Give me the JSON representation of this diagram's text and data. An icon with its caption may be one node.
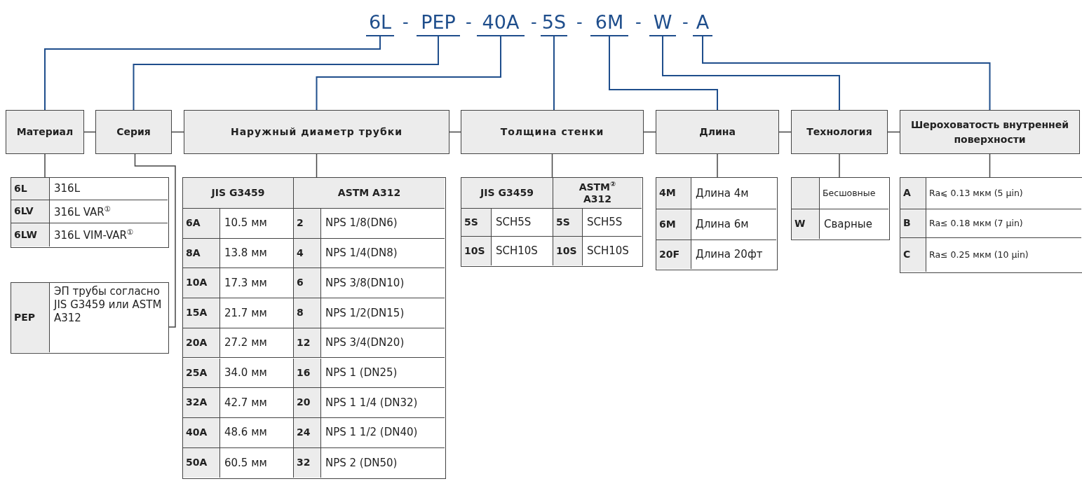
{
  "diagram": {
    "nodes": [
      {
        "text": [
          "6L"
        ]
      },
      {
        "text": [
          "PEP"
        ]
      },
      {
        "text": [
          "40A"
        ]
      },
      {
        "text": [
          "5S"
        ]
      },
      {
        "text": [
          "6M"
        ]
      },
      {
        "text": [
          "W"
        ]
      },
      {
        "text": [
          "A"
        ]
      },
      {
        "text": [
          "Материал"
        ]
      },
      {
        "text": [
          "Серия"
        ]
      },
      {
        "text": [
          "Наружный диаметр трубки"
        ]
      },
      {
        "text": [
          "Толщина стенки"
        ]
      },
      {
        "text": [
          "Длина"
        ]
      },
      {
        "text": [
          "Технология"
        ]
      },
      {
        "text": [
          "Шероховатость внутренней поверхности"
        ]
      },
      {
        "text": [
          "6L",
          "316L",
          "6LV",
          "316L VAR$^{①}$",
          "6LW",
          "316L VIM-VAR$^{①}$"
        ]
      },
      {
        "text": [
          "PEP",
          "ЭП трубы согласно JIS G3459 или ASTM A312"
        ]
      },
      {
        "text": [
          "JIS G3459",
          "ASTM A312",
          "6A",
          "10.5 мм",
          "2",
          "NPS 1/8(DN6)",
          "8A",
          "13.8 мм",
          "4",
          "NPS 1/4(DN8)",
          "10A",
          "17.3 мм",
          "6",
          "NPS 3/8(DN10)",
          "15A",
          "21.7 мм",
          "8",
          "NPS 1/2(DN15)",
          "20A",
          "27.2 мм",
          "12",
          "NPS 3/4(DN20)",
          "25A",
          "34.0 мм",
          "16",
          "NPS 1 (DN25)",
          "32A",
          "42.7 мм",
          "20",
          "NPS 1 1/4 (DN32)",
          "40A",
          "48.6 мм",
          "24",
          "NPS 1 1/2 (DN40)",
          "50A",
          "60.5 мм",
          "32",
          "NPS 2 (DN50)"
        ]
      },
      {
        "text": [
          "JIS G3459",
          "ASTM$^{②}$ A312",
          "5S",
          "SCH5S",
          "5S",
          "SCH5S",
          "10S",
          "SCH10S",
          "10S",
          "SCH10S"
        ]
      },
      {
        "text": [
          "4M",
          "Длина 4м",
          "6M",
          "Длина 6м",
          "20F",
          "Длина 20фт"
        ]
      },
      {
        "text": [
          "Бесшовные",
          "W",
          "Сварные"
        ]
      },
      {
        "text": [
          "A",
          "Ra⩽ 0.13 мкм (5 μin)",
          "B",
          "Ra≤ 0.18 мкм (7 μin)",
          "C",
          "Ra≤ 0.25 мкм (10 μin)"
        ]
      }
    ],
    "edges": [
      {
        "from": 0,
        "to": 7,
        "arrow": "none",
        "color": "#1f4e8c"
      },
      {
        "from": 1,
        "to": 8,
        "arrow": "none",
        "color": "#1f4e8c"
      },
      {
        "from": 2,
        "to": 9,
        "arrow": "none",
        "color": "#1f4e8c"
      },
      {
        "from": 3,
        "to": 10,
        "arrow": "none",
        "color": "#1f4e8c"
      },
      {
        "from": 4,
        "to": 11,
        "arrow": "none",
        "color": "#1f4e8c"
      },
      {
        "from": 5,
        "to": 12,
        "arrow": "none",
        "color": "#1f4e8c"
      },
      {
        "from": 6,
        "to": 13,
        "arrow": "none",
        "color": "#1f4e8c"
      },
      {
        "from": 7,
        "to": 8,
        "arrow": "none"
      },
      {
        "from": 8,
        "to": 9,
        "arrow": "none"
      },
      {
        "from": 9,
        "to": 10,
        "arrow": "none"
      },
      {
        "from": 10,
        "to": 11,
        "arrow": "none"
      },
      {
        "from": 11,
        "to": 12,
        "arrow": "none"
      },
      {
        "from": 12,
        "to": 13,
        "arrow": "none"
      },
      {
        "from": 7,
        "to": 14,
        "arrow": "none"
      },
      {
        "from": 8,
        "to": 15,
        "arrow": "none"
      },
      {
        "from": 9,
        "to": 16,
        "arrow": "none"
      },
      {
        "from": 10,
        "to": 17,
        "arrow": "none"
      },
      {
        "from": 11,
        "to": 18,
        "arrow": "none"
      },
      {
        "from": 12,
        "to": 19,
        "arrow": "none"
      },
      {
        "from": 13,
        "to": 20,
        "arrow": "none"
      }
    ],
    "labels": [
      "-",
      "-",
      "-",
      "-",
      "-",
      "-"
    ]
  }
}
